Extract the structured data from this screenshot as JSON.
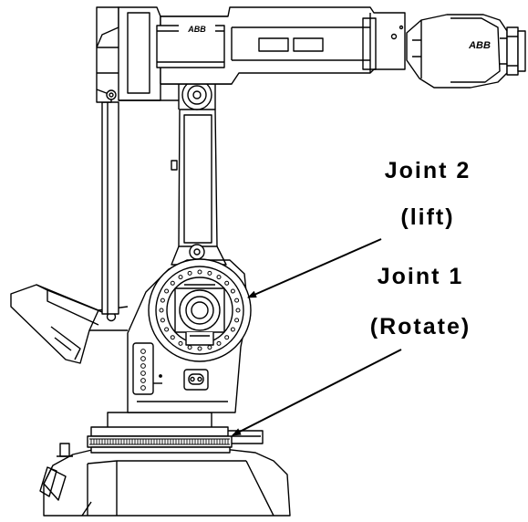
{
  "labels": {
    "joint2_name": "Joint 2",
    "joint2_desc": "(lift)",
    "joint1_name": "Joint 1",
    "joint1_desc": "(Rotate)"
  },
  "logos": {
    "upper_arm_brand": "ABB",
    "wrist_brand": "ABB"
  },
  "colors": {
    "line": "#000000",
    "background": "#ffffff"
  }
}
